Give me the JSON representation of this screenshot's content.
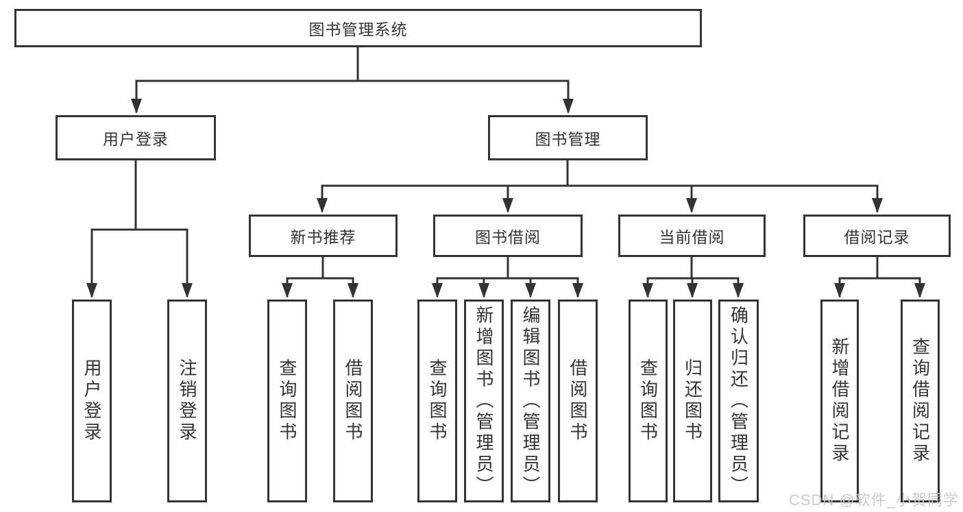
{
  "nodes": {
    "root": "图书管理系统",
    "l2": [
      "用户登录",
      "图书管理"
    ],
    "l3": [
      "新书推荐",
      "图书借阅",
      "当前借阅",
      "借阅记录"
    ],
    "user_children": [
      "用户登录",
      "注销登录"
    ],
    "recommend_children": [
      "查询图书",
      "借阅图书"
    ],
    "borrow_children": [
      "查询图书",
      "新增图书（管理员）",
      "编辑图书（管理员）",
      "借阅图书"
    ],
    "current_children": [
      "查询图书",
      "归还图书",
      "确认归还（管理员）"
    ],
    "record_children": [
      "新增借阅记录",
      "查询借阅记录"
    ]
  },
  "watermark": "CSDN @软件_小贺同学",
  "colors": {
    "line": "#333333",
    "text": "#333333",
    "watermark": "#c6c6c6",
    "background": "#ffffff"
  }
}
